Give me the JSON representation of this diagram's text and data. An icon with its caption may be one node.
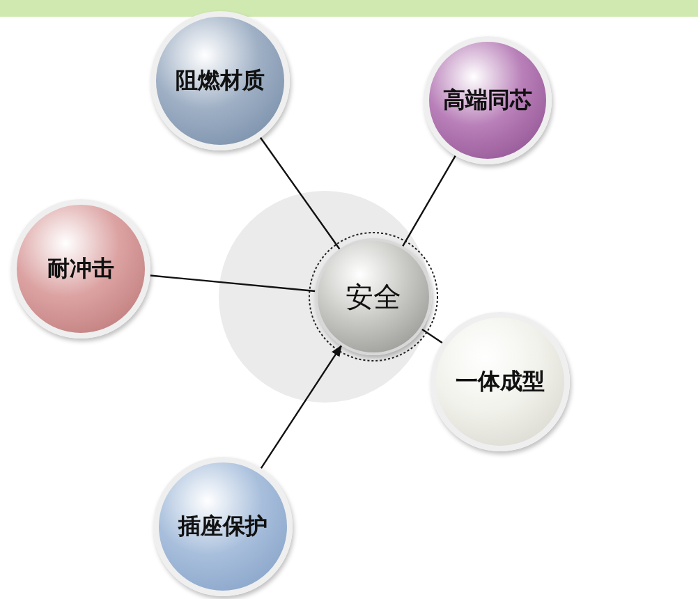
{
  "diagram": {
    "nodes": [
      {
        "text": [
          "安全"
        ]
      },
      {
        "text": [
          "阻燃材质"
        ]
      },
      {
        "text": [
          "高端同芯"
        ]
      },
      {
        "text": [
          "耐冲击"
        ]
      },
      {
        "text": [
          "一体成型"
        ]
      },
      {
        "text": [
          "插座保护"
        ]
      }
    ],
    "edges": [
      {
        "from": 1,
        "to": 0,
        "arrow": "none"
      },
      {
        "from": 2,
        "to": 0,
        "arrow": "none"
      },
      {
        "from": 3,
        "to": 0,
        "arrow": "none"
      },
      {
        "from": 0,
        "to": 4,
        "arrow": "none"
      },
      {
        "from": 5,
        "to": 0,
        "arrow": "to"
      }
    ]
  }
}
